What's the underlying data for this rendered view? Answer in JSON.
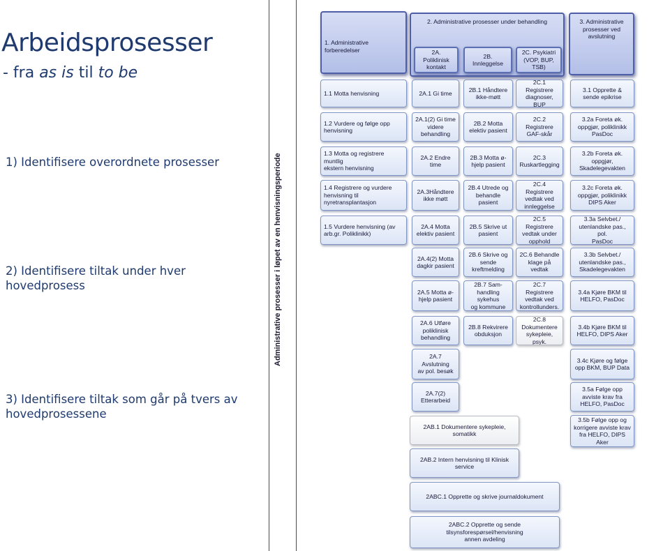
{
  "heading": {
    "title": "Arbeidsprosesser",
    "subtitle_prefix": "- fra ",
    "subtitle_as_is": "as is",
    "subtitle_middle": " til ",
    "subtitle_to_be": "to be"
  },
  "steps": [
    "1) Identifisere overordnete prosesser",
    "2) Identifisere tiltak under hver hovedprosess",
    "3) Identifisere tiltak som går på tvers av hovedprosessene"
  ],
  "side_label": "Administrative prosesser i løpet av en henvisningsperiode",
  "boxes": {
    "h1": "1. Administrative forberedelser",
    "h2": "2. Administrative prosesser under behandling",
    "h2a": "2A. Poliklinisk\nkontakt",
    "h2b": "2B. Innleggelse",
    "h2c": "2C. Psykiatri\n(VOP, BUP, TSB)",
    "h3": "3. Administrative\nprosesser ved\navslutning",
    "c1_1": "1.1 Motta henvisning",
    "c1_2": "1.2 Vurdere og følge opp\nhenvisning",
    "c1_3": "1.3 Motta og registrere muntlig\nekstern henvisning",
    "c1_4": "1.4 Registrere og vurdere\nhenvisning til\nnyretransplantasjon",
    "c1_5": "1.5 Vurdere henvisning (av\narb.gr. Poliklinikk)",
    "a1": "2A.1 Gi time",
    "a1_2": "2A.1(2) Gi time\nvidere\nbehandling",
    "a2": "2A.2 Endre time",
    "a3": "2A.3Håndtere\nikke møtt",
    "a4": "2A.4 Motta\nelektiv pasient",
    "a4_2": "2A.4(2) Motta\ndagkir pasient",
    "a5": "2A.5 Motta    ø-\nhjelp pasient",
    "a6": "2A.6 Utføre\npoliklinisk\nbehandling",
    "a7": "2A.7 Avslutning\nav pol. besøk",
    "a7_2": "2A.7(2)\nEtterarbeid",
    "b1": "2B.1 Håndtere\nikke-møtt",
    "b2": "2B.2 Motta\nelektiv pasient",
    "b3": "2B.3 Motta   ø-\nhjelp pasient",
    "b4": "2B.4 Utrede og\nbehandle\npasient",
    "b5": "2B.5 Skrive ut\npasient",
    "b6": "2B.6  Skrive og\nsende\nkreftmelding",
    "b7": "2B.7  Sam-\nhandling sykehus\nog kommune",
    "b8": "2B.8  Rekvirere\nobduksjon",
    "k1": "2C.1 Registrere\ndiagnoser, BUP",
    "k2": "2C.2 Registrere\nGAF-skår",
    "k3": "2C.3\nRuskartlegging",
    "k4": "2C.4  Registrere\nvedtak ved\ninnleggelse",
    "k5": "2C.5 Registrere\nvedtak under\nopphold",
    "k6": "2C.6  Behandle\nklage på vedtak",
    "k7": "2C.7 Registrere\nvedtak ved\nkontrollunders.",
    "k8": "2C.8\nDokumentere\nsykepleie, psyk.",
    "d1": "3.1 Opprette &\nsende epikrise",
    "d2a": "3.2a Foreta øk.\noppgjør, poliklinikk\nPasDoc",
    "d2b": "3.2b Foreta øk.\noppgjør,\nSkadelegevakten",
    "d2c": "3.2c Foreta øk.\noppgjør, poliklinikk\nDIPS Aker",
    "d3a": "3.3a Selvbet./\nutenlandske pas., pol.\nPasDoc",
    "d3b": "3.3b Selvbet./\nutenlandske pas.,\nSkadelegevakten",
    "d4a": "3.4a Kjøre BKM til\nHELFO, PasDoc",
    "d4b": "3.4b Kjøre BKM til\nHELFO, DIPS Aker",
    "d4c": "3.4c Kjøre og følge\nopp BKM, BUP Data",
    "d5a": "3.5a Følge opp\navviste krav fra\nHELFO, PasDoc",
    "d5b": "3.5b Følge opp og\nkorrigere avviste krav\nfra HELFO, DIPS Aker",
    "ab1": "2AB.1 Dokumentere sykepleie, somatikk",
    "ab2": "2AB.2 Intern henvisning til Klinisk\nservice",
    "abc1": "2ABC.1 Opprette og skrive journaldokument",
    "abc2": "2ABC.2 Opprette og sende tilsynsforespørsel/henvisning\nannen avdeling"
  }
}
